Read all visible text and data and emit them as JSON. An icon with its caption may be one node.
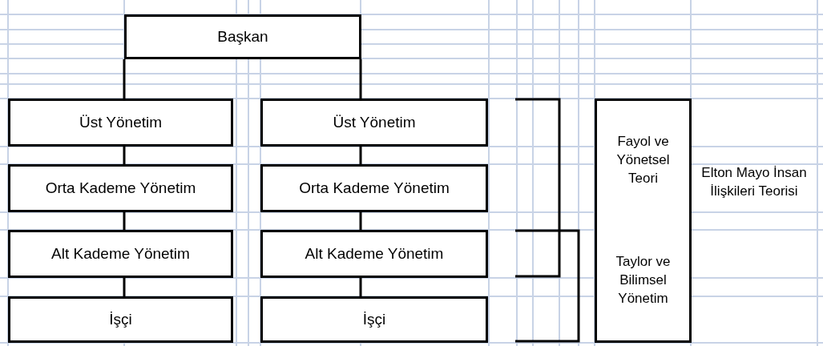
{
  "diagram": {
    "nodes": [
      {
        "text": [
          "Başkan"
        ]
      },
      {
        "text": [
          "Üst Yönetim"
        ]
      },
      {
        "text": [
          "Orta Kademe Yönetim"
        ]
      },
      {
        "text": [
          "Alt Kademe Yönetim"
        ]
      },
      {
        "text": [
          "İşçi"
        ]
      },
      {
        "text": [
          "Üst Yönetim"
        ]
      },
      {
        "text": [
          "Orta Kademe Yönetim"
        ]
      },
      {
        "text": [
          "Alt Kademe Yönetim"
        ]
      },
      {
        "text": [
          "İşçi"
        ]
      },
      {
        "text": [
          "Fayol ve Yönetsel Teori",
          "Taylor ve Bilimsel Yönetim"
        ]
      }
    ],
    "edges": [
      {
        "from": 0,
        "to": 1,
        "arrow": "none"
      },
      {
        "from": 1,
        "to": 2,
        "arrow": "none"
      },
      {
        "from": 2,
        "to": 3,
        "arrow": "none"
      },
      {
        "from": 3,
        "to": 4,
        "arrow": "none"
      },
      {
        "from": 0,
        "to": 5,
        "arrow": "none"
      },
      {
        "from": 5,
        "to": 6,
        "arrow": "none"
      },
      {
        "from": 6,
        "to": 7,
        "arrow": "none"
      },
      {
        "from": 7,
        "to": 8,
        "arrow": "none"
      }
    ],
    "labels": [
      "Elton Mayo İnsan İlişkileri Teorisi"
    ]
  }
}
